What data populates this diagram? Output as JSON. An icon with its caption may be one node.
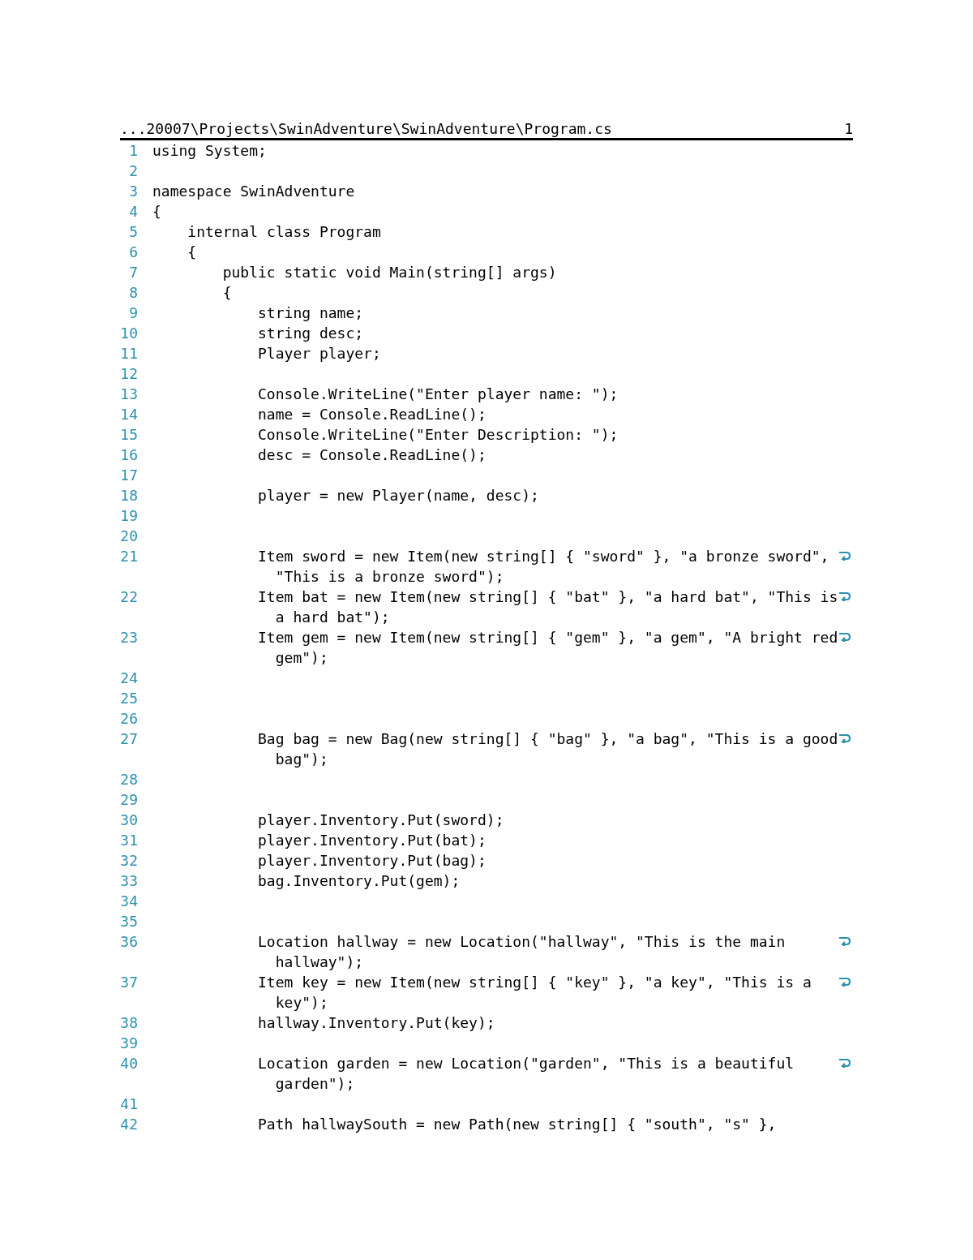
{
  "diagram": {
    "title": "...20007\\Projects\\SwinAdventure\\SwinAdventure\\Program.cs",
    "labels": [
      "1",
      "1",
      "using System;",
      "2",
      "3",
      "namespace SwinAdventure",
      "4",
      "{",
      "5",
      "internal class Program",
      "6",
      "{",
      "7",
      "public static void Main(string[] args)",
      "8",
      "{",
      "9",
      "string name;",
      "10",
      "string desc;",
      "11",
      "Player player;",
      "12",
      "13",
      "Console.WriteLine(\"Enter player name: \");",
      "14",
      "name = Console.ReadLine();",
      "15",
      "Console.WriteLine(\"Enter Description: \");",
      "16",
      "desc = Console.ReadLine();",
      "17",
      "18",
      "player = new Player(name, desc);",
      "19",
      "20",
      "21",
      "Item sword = new Item(new string[] { \"sword\" }, \"a bronze sword\", \"This is a bronze sword\");",
      "22",
      "Item bat = new Item(new string[] { \"bat\" }, \"a hard bat\", \"This is a hard bat\");",
      "23",
      "Item gem = new Item(new string[] { \"gem\" }, \"a gem\", \"A bright red gem\");",
      "24",
      "25",
      "26",
      "27",
      "Bag bag = new Bag(new string[] { \"bag\" }, \"a bag\", \"This is a good bag\");",
      "28",
      "29",
      "30",
      "player.Inventory.Put(sword);",
      "31",
      "player.Inventory.Put(bat);",
      "32",
      "player.Inventory.Put(bag);",
      "33",
      "bag.Inventory.Put(gem);",
      "34",
      "35",
      "36",
      "Location hallway = new Location(\"hallway\", \"This is the main hallway\");",
      "37",
      "Item key = new Item(new string[] { \"key\" }, \"a key\", \"This is a key\");",
      "38",
      "hallway.Inventory.Put(key);",
      "39",
      "40",
      "Location garden = new Location(\"garden\", \"This is a beautiful garden\");",
      "41",
      "42",
      "Path hallwaySouth = new Path(new string[] { \"south\", \"s\" },"
    ]
  }
}
